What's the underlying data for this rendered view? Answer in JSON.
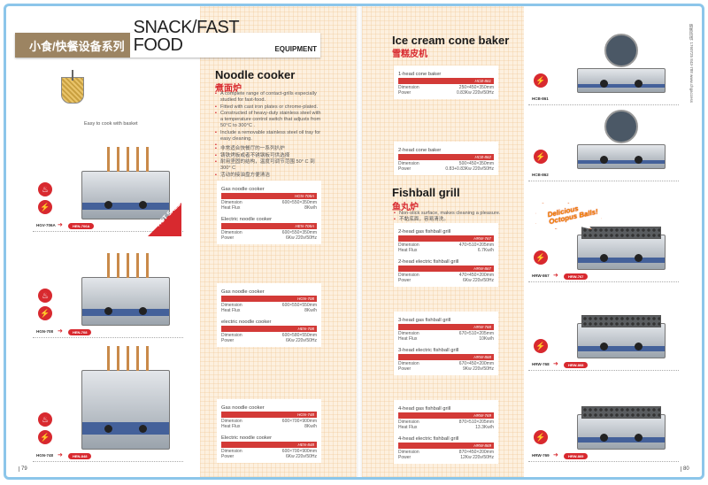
{
  "header": {
    "cn": "小食/快餐设备系列",
    "en": "SNACK/FAST FOOD",
    "en_small": "EQUIPMENT"
  },
  "basket_caption": "Easy to cook with basket",
  "left_products": [
    {
      "code": "HGV-706A",
      "alt": "HEN-706A",
      "badge": "HOT SALE"
    },
    {
      "code": "HGN-708",
      "alt": "HEN-708"
    },
    {
      "code": "HGN-748",
      "alt": "HEN-848"
    }
  ],
  "noodle": {
    "title": "Noodle cooker",
    "cn": "煮面炉",
    "bullets_en": [
      "A complete range of contact-grills especially studied for fast-food.",
      "Fitted with cast iron plates or chrome-plated.",
      "Constructed of heavy-duty stainless steel with a temperature control switch that adjusts from 50°C to 300°C .",
      "Include a removable stainless steel oil tray for easy cleaning."
    ],
    "bullets_cn": [
      "非常适合快餐厅的一系列扒炉",
      "铸铁烤板或者不锈钢板可供选择",
      "耐用坚固的结构，温度可调节范围 50° C 到 300° C",
      "活动的接油盘方便清洁"
    ]
  },
  "cards": {
    "n1": [
      {
        "name": "Gas noodle cooker",
        "model": "HGN-706A",
        "rows": [
          [
            "Dimension",
            "600×550×350mm"
          ],
          [
            "Heat Flux",
            "8Kw/h"
          ]
        ]
      },
      {
        "name": "Electric noodle cooker",
        "model": "HEN-706A",
        "rows": [
          [
            "Dimension",
            "600×550×350mm"
          ],
          [
            "Power",
            "6Kw  220v/50Hz"
          ]
        ]
      }
    ],
    "n2": [
      {
        "name": "Gas noodle cooker",
        "model": "HGN-708",
        "rows": [
          [
            "Dimension",
            "600×550×550mm"
          ],
          [
            "Heat Flux",
            "8Kw/h"
          ]
        ]
      },
      {
        "name": "electric noodle cooker",
        "model": "HEN-708",
        "rows": [
          [
            "Dimension",
            "600×580×550mm"
          ],
          [
            "Power",
            "6Kw  220v/50Hz"
          ]
        ]
      }
    ],
    "n3": [
      {
        "name": "Gas noodle cooker",
        "model": "HGN-748",
        "rows": [
          [
            "Dimension",
            "600×700×900mm"
          ],
          [
            "Heat Flux",
            "8Kw/h"
          ]
        ]
      },
      {
        "name": "Electric noodle cooker",
        "model": "HEN-848",
        "rows": [
          [
            "Dimension",
            "600×700×900mm"
          ],
          [
            "Power",
            "6Kw  220v/50Hz"
          ]
        ]
      }
    ],
    "c1": [
      {
        "name": "1-head cone baker",
        "model": "HCB-861",
        "rows": [
          [
            "Dimension",
            "250×450×350mm"
          ],
          [
            "Power",
            "0.83Kw  220v/50Hz"
          ]
        ]
      }
    ],
    "c2": [
      {
        "name": "2-head cone baker",
        "model": "HCB-862",
        "rows": [
          [
            "Dimension",
            "500×450×350mm"
          ],
          [
            "Power",
            "0.83+0.83Kw  220v/50Hz"
          ]
        ]
      }
    ],
    "f1": [
      {
        "name": "2-head gas fishball grill",
        "model": "HRW-767",
        "rows": [
          [
            "Dimension",
            "470×510×205mm"
          ],
          [
            "Heat Flux",
            "6.7Kw/h"
          ]
        ]
      },
      {
        "name": "2-head electric fishball grill",
        "model": "HRW-867",
        "rows": [
          [
            "Dimension",
            "470×450×200mm"
          ],
          [
            "Power",
            "6Kw  220v/50Hz"
          ]
        ]
      }
    ],
    "f2": [
      {
        "name": "3-head gas fishball grill",
        "model": "HRW-768",
        "rows": [
          [
            "Dimension",
            "670×510×205mm"
          ],
          [
            "Heat Flux",
            "10Kw/h"
          ]
        ]
      },
      {
        "name": "3-head electric fishball grill",
        "model": "HRW-868",
        "rows": [
          [
            "Dimension",
            "670×450×200mm"
          ],
          [
            "Power",
            "9Kw  220v/50Hz"
          ]
        ]
      }
    ],
    "f3": [
      {
        "name": "4-head gas fishball grill",
        "model": "HRW-769",
        "rows": [
          [
            "Dimension",
            "870×510×205mm"
          ],
          [
            "Heat Flux",
            "13.3Kw/h"
          ]
        ]
      },
      {
        "name": "4-head electric fishball grill",
        "model": "HRW-869",
        "rows": [
          [
            "Dimension",
            "870×450×200mm"
          ],
          [
            "Power",
            "12Kw  220v/50Hz"
          ]
        ]
      }
    ]
  },
  "icecream": {
    "title": "Ice cream cone baker",
    "cn": "雪糕皮机"
  },
  "fishball": {
    "title": "Fishball grill",
    "cn": "鱼丸炉",
    "bullet_en": "Non-stick surface, makes cleaning a pleasure.",
    "bullet_cn": "不黏底面，容易清洗。"
  },
  "right_products": [
    {
      "code": "HCB-861"
    },
    {
      "code": "HCB-862"
    },
    {
      "code": "HRW-867",
      "alt": "HRW-767",
      "badge": "Delicious Octopus Balls!"
    },
    {
      "code": "HRW-768",
      "alt": "HRW-868"
    },
    {
      "code": "HRW-769",
      "alt": "HRW-869"
    }
  ],
  "side_text": "销售热线: 1760725 843-788  www.chgaccess",
  "page_left": "79",
  "page_right": "80",
  "colors": {
    "accent": "#d8292f",
    "header_brown": "#9c8462",
    "frame": "#8cc6ea"
  }
}
